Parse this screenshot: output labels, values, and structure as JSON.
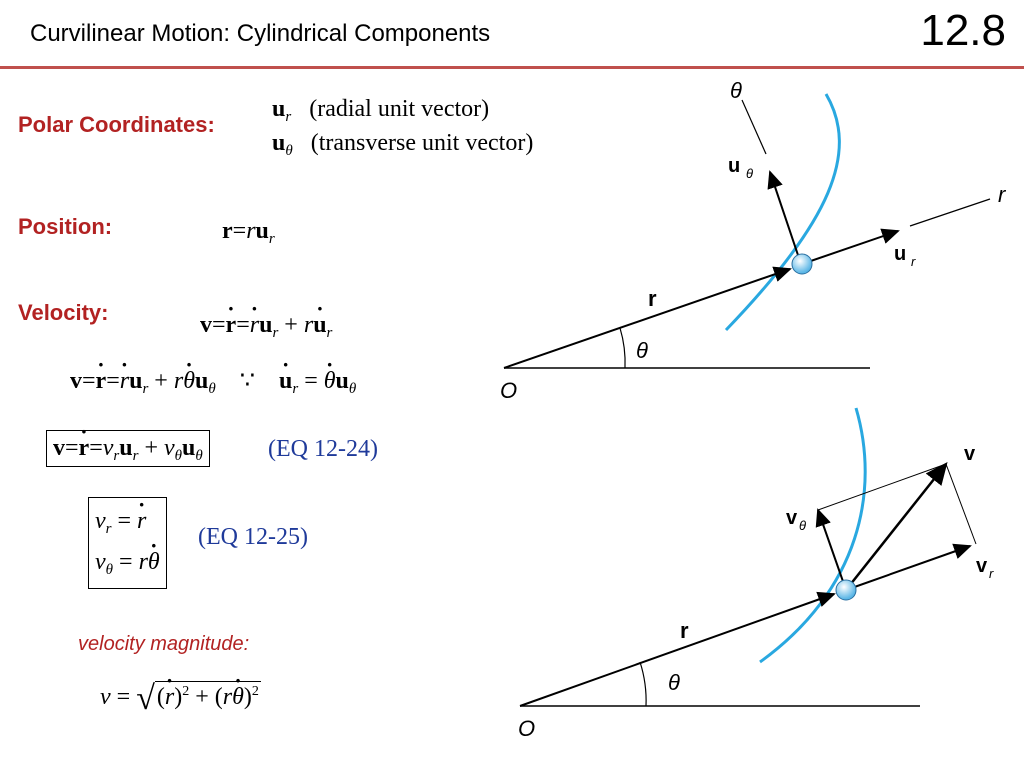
{
  "header": {
    "title": "Curvilinear Motion:  Cylindrical Components",
    "section_number": "12.8"
  },
  "polar": {
    "label": "Polar Coordinates:",
    "ur_desc": "(radial unit vector)",
    "utheta_desc": "(transverse unit vector)"
  },
  "position": {
    "label": "Position:"
  },
  "velocity": {
    "label": "Velocity:"
  },
  "eq24": {
    "ref": "(EQ 12-24)"
  },
  "eq25": {
    "ref": "(EQ 12-25)"
  },
  "magnitude": {
    "label": "velocity magnitude:"
  },
  "because_symbol": "∵",
  "figures": {
    "top": {
      "theta_axis": "θ",
      "u_theta": "u",
      "r_axis": "r",
      "u_r": "u",
      "r_vec": "r",
      "angle": "θ",
      "origin": "O"
    },
    "bottom": {
      "v": "v",
      "v_theta": "v",
      "v_r": "v",
      "r_vec": "r",
      "angle": "θ",
      "origin": "O"
    }
  },
  "colors": {
    "accent_red": "#b22222",
    "eq_blue": "#1f3a9a",
    "path_blue": "#29a8e0"
  }
}
